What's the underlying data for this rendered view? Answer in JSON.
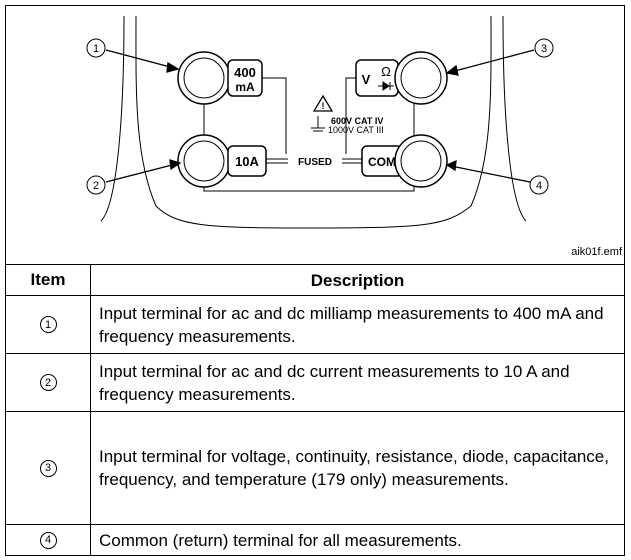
{
  "figure": {
    "callouts": [
      "1",
      "2",
      "3",
      "4"
    ],
    "terminal_400ma_top": "400",
    "terminal_400ma_bottom": "mA",
    "terminal_10a": "10A",
    "terminal_v": "V",
    "terminal_ohm": "Ω",
    "terminal_com": "COM",
    "fused_label": "FUSED",
    "rating_line1": "600V CAT IV",
    "rating_line2": "1000V CAT III",
    "file_label": "aik01f.emf"
  },
  "table": {
    "header_item": "Item",
    "header_description": "Description",
    "rows": [
      {
        "item": "1",
        "description": "Input terminal for ac and dc milliamp measurements to 400 mA and frequency measurements."
      },
      {
        "item": "2",
        "description": "Input terminal for ac and dc current measurements to 10 A and frequency measurements."
      },
      {
        "item": "3",
        "description": "Input terminal for voltage, continuity, resistance, diode, capacitance, frequency, and temperature (179 only) measurements."
      },
      {
        "item": "4",
        "description": "Common (return) terminal for all measurements."
      }
    ]
  }
}
